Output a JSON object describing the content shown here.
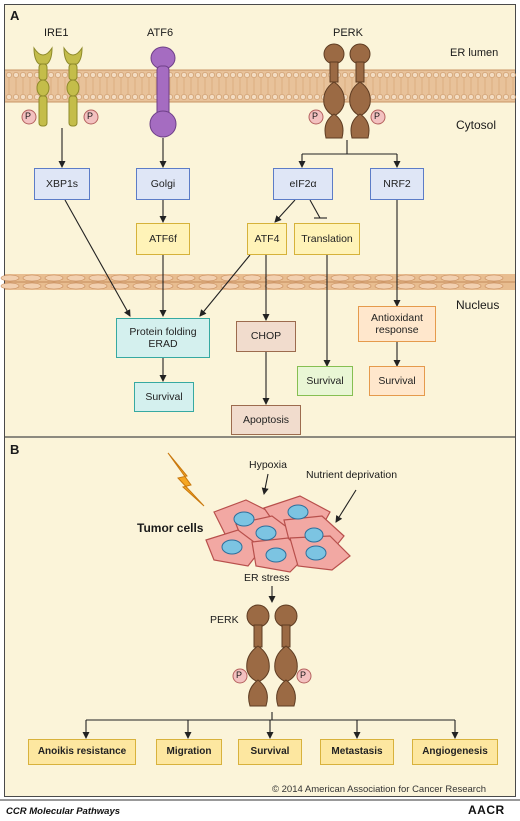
{
  "panel_a": {
    "letter": "A",
    "proteins": {
      "ire1": "IRE1",
      "atf6": "ATF6",
      "perk": "PERK"
    },
    "compartments": {
      "er_lumen": "ER lumen",
      "cytosol": "Cytosol",
      "nucleus": "Nucleus"
    },
    "phospho": "P",
    "nodes": {
      "xbp1s": "XBP1s",
      "golgi": "Golgi",
      "eif2a": "eIF2α",
      "nrf2": "NRF2",
      "atf6f": "ATF6f",
      "atf4": "ATF4",
      "translation": "Translation",
      "protein_folding": "Protein folding",
      "erad": "ERAD",
      "chop": "CHOP",
      "antioxidant_line1": "Antioxidant",
      "antioxidant_line2": "response",
      "survival_folding": "Survival",
      "survival_translation": "Survival",
      "survival_antioxidant": "Survival",
      "apoptosis": "Apoptosis"
    }
  },
  "panel_b": {
    "letter": "B",
    "hypoxia": "Hypoxia",
    "nutrient_deprivation": "Nutrient deprivation",
    "tumor_cells": "Tumor cells",
    "er_stress": "ER stress",
    "perk": "PERK",
    "phospho": "P",
    "outcomes": [
      "Anoikis resistance",
      "Migration",
      "Survival",
      "Metastasis",
      "Angiogenesis"
    ]
  },
  "colors": {
    "panel_bg": "#fbf4d9",
    "ire1": "#c4bd4a",
    "atf6": "#a56cc1",
    "perk": "#9b6a44",
    "membrane": "#e4ba8c"
  },
  "footer": {
    "copyright": "© 2014 American Association for Cancer Research",
    "journal": "CCR Molecular Pathways",
    "logo": "AACR"
  }
}
